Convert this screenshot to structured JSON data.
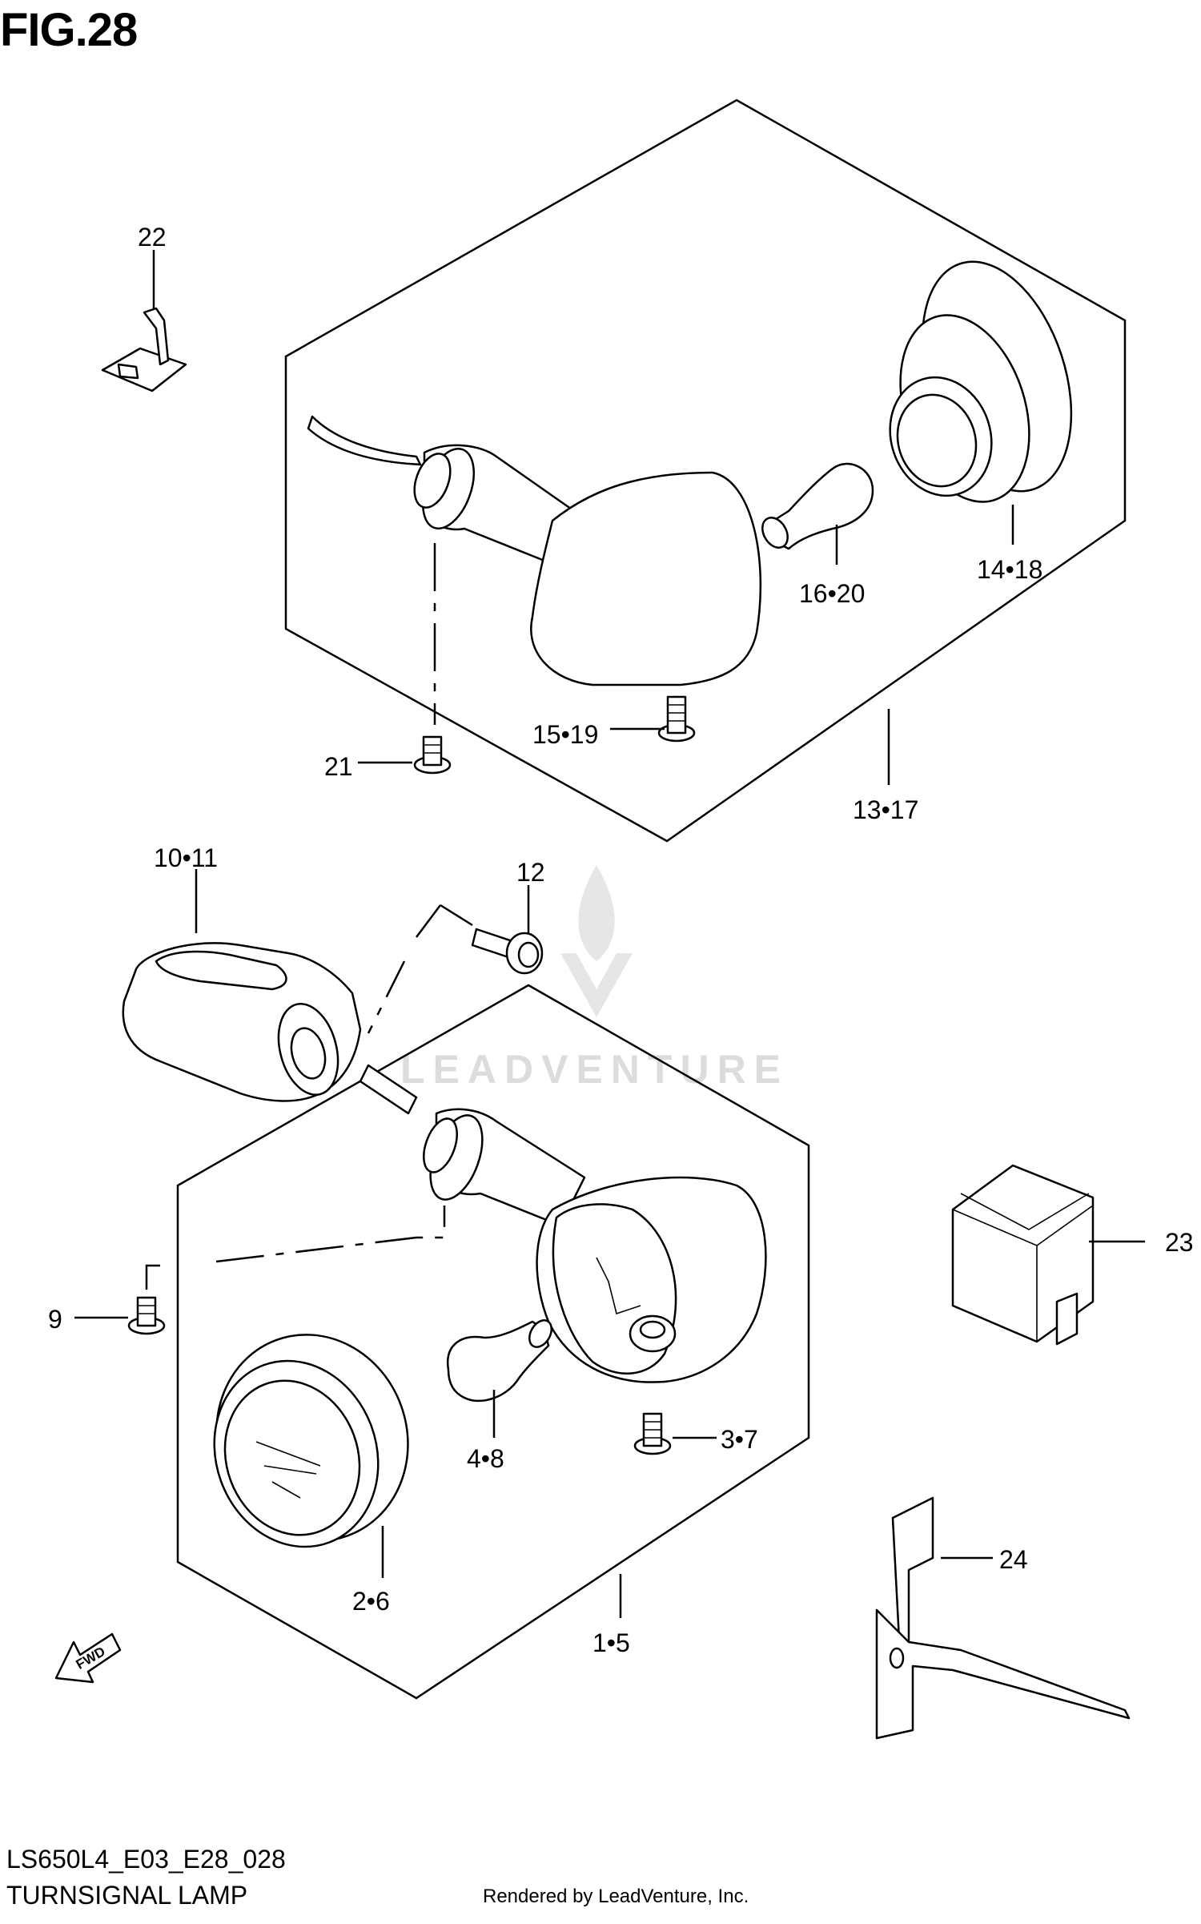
{
  "figure": {
    "title": "FIG.28",
    "model_code": "LS650L4_E03_E28_028",
    "diagram_name": "TURNSIGNAL LAMP",
    "footer": "Rendered by LeadVenture, Inc.",
    "watermark": "LEADVENTURE"
  },
  "callouts": {
    "c22": "22",
    "c14_18": "14•18",
    "c16_20": "16•20",
    "c15_19": "15•19",
    "c21": "21",
    "c13_17": "13•17",
    "c10_11": "10•11",
    "c12": "12",
    "c23": "23",
    "c9": "9",
    "c3_7": "3•7",
    "c4_8": "4•8",
    "c2_6": "2•6",
    "c24": "24",
    "c1_5": "1•5"
  },
  "fwd_label": "FWD",
  "colors": {
    "line": "#000000",
    "watermark": "#dcdcdc"
  }
}
